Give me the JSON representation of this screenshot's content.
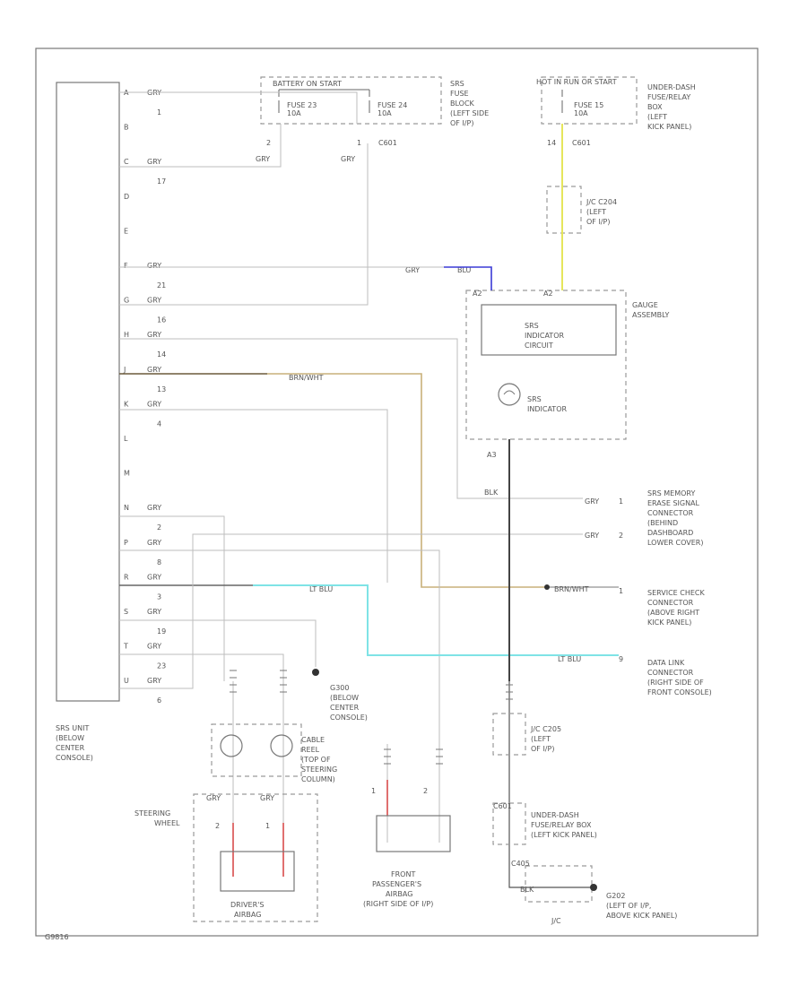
{
  "srs_unit": {
    "pins": [
      {
        "pin": "A",
        "wire": "GRY",
        "num": "1"
      },
      {
        "pin": "B",
        "wire": "",
        "num": ""
      },
      {
        "pin": "C",
        "wire": "GRY",
        "num": "17"
      },
      {
        "pin": "D",
        "wire": "",
        "num": ""
      },
      {
        "pin": "E",
        "wire": "",
        "num": ""
      },
      {
        "pin": "F",
        "wire": "GRY",
        "num": "21"
      },
      {
        "pin": "G",
        "wire": "GRY",
        "num": "16"
      },
      {
        "pin": "H",
        "wire": "GRY",
        "num": "14"
      },
      {
        "pin": "J",
        "wire": "GRY",
        "num": "13"
      },
      {
        "pin": "K",
        "wire": "GRY",
        "num": "4"
      },
      {
        "pin": "L",
        "wire": "",
        "num": ""
      },
      {
        "pin": "M",
        "wire": "",
        "num": ""
      },
      {
        "pin": "N",
        "wire": "GRY",
        "num": "2"
      },
      {
        "pin": "P",
        "wire": "GRY",
        "num": "8"
      },
      {
        "pin": "R",
        "wire": "GRY",
        "num": "3"
      },
      {
        "pin": "S",
        "wire": "GRY",
        "num": "19"
      },
      {
        "pin": "T",
        "wire": "GRY",
        "num": "23"
      },
      {
        "pin": "U",
        "wire": "GRY",
        "num": "6"
      }
    ],
    "label": [
      "SRS UNIT",
      "(BELOW",
      "CENTER",
      "CONSOLE)"
    ]
  },
  "fuse_block": {
    "header": "BATTERY ON START",
    "fuse_a": [
      "FUSE 23",
      "10A"
    ],
    "fuse_b": [
      "FUSE 24",
      "10A"
    ],
    "label": [
      "SRS",
      "FUSE",
      "BLOCK",
      "(LEFT SIDE",
      "OF I/P)"
    ],
    "pin_a": "2",
    "pin_b": "1",
    "connector": "C601",
    "wire_a": "GRY",
    "wire_b": "GRY"
  },
  "underdash_fuse": {
    "header": "HOT IN RUN OR START",
    "fuse": [
      "FUSE 15",
      "10A"
    ],
    "label": [
      "UNDER-DASH",
      "FUSE/RELAY",
      "BOX",
      "(LEFT",
      "KICK PANEL)"
    ],
    "pin": "14",
    "connector": "C601"
  },
  "jc_top": {
    "label": [
      "J/C C204",
      "(LEFT",
      "OF I/P)"
    ]
  },
  "gauge": {
    "label": [
      "GAUGE",
      "ASSEMBLY"
    ],
    "indicator_circuit": [
      "SRS",
      "INDICATOR",
      "CIRCUIT"
    ],
    "indicator": [
      "SRS",
      "INDICATOR"
    ],
    "pin_left": "A2",
    "pin_right": "A2",
    "pin_bottom": "A3",
    "wire_gry": "GRY",
    "wire_blu": "BLU"
  },
  "wires": {
    "brn_wht": "BRN/WHT",
    "lt_blu": "LT BLU",
    "blk": "BLK",
    "gry": "GRY"
  },
  "srs_memory": {
    "label": [
      "SRS MEMORY",
      "ERASE SIGNAL",
      "CONNECTOR",
      "(BEHIND",
      "DASHBOARD",
      "LOWER COVER)"
    ],
    "pin1": "1",
    "pin2": "2"
  },
  "service_check": {
    "label": [
      "SERVICE CHECK",
      "CONNECTOR",
      "(ABOVE RIGHT",
      "KICK PANEL)"
    ],
    "pin": "1"
  },
  "data_link": {
    "label": [
      "DATA LINK",
      "CONNECTOR",
      "(RIGHT SIDE OF",
      "FRONT CONSOLE)"
    ],
    "pin": "9"
  },
  "g300": {
    "label": [
      "G300",
      "(BELOW",
      "CENTER",
      "CONSOLE)"
    ]
  },
  "cable_reel": {
    "label": [
      "CABLE",
      "REEL",
      "(TOP OF",
      "STEERING",
      "COLUMN)"
    ]
  },
  "steering": {
    "label": [
      "STEERING",
      "WHEEL"
    ],
    "wire_a": "GRY",
    "wire_b": "GRY",
    "pin_a": "2",
    "pin_b": "1"
  },
  "drivers_airbag": {
    "label": [
      "DRIVER'S",
      "AIRBAG"
    ]
  },
  "passenger_airbag": {
    "label": [
      "FRONT",
      "PASSENGER'S",
      "AIRBAG",
      "(RIGHT SIDE OF I/P)"
    ],
    "pin_a": "1",
    "pin_b": "2"
  },
  "jc_bottom": {
    "label": [
      "J/C C205",
      "(LEFT",
      "OF I/P)"
    ]
  },
  "underdash_bottom": {
    "label": [
      "UNDER-DASH",
      "FUSE/RELAY BOX",
      "(LEFT KICK PANEL)"
    ],
    "connector": "C601"
  },
  "ground": {
    "connector": "C405",
    "wire": "BLK",
    "jc": "J/C",
    "label": [
      "G202",
      "(LEFT OF I/P,",
      "ABOVE KICK PANEL)"
    ]
  },
  "footer_code": "G9816"
}
